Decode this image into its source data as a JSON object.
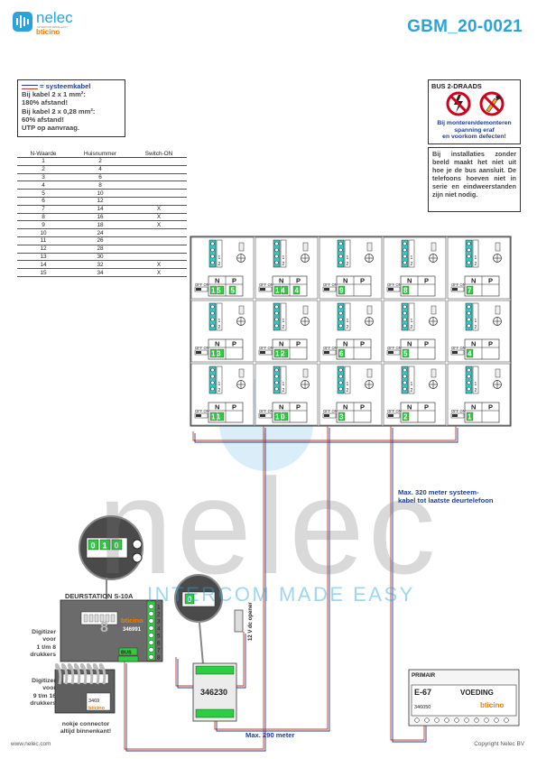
{
  "header": {
    "brand": "nelec",
    "brand_tagline": "INTERCOM MADE EASY",
    "partner_brand": "bticino",
    "doc_code": "GBM_20-0021"
  },
  "cable_note": {
    "title": "= systeemkabel",
    "lines": [
      "Bij kabel 2 x 1 mm²:",
      "180% afstand!",
      "Bij kabel 2 x 0,28 mm²:",
      "60% afstand!",
      "UTP op aanvraag."
    ]
  },
  "warning_box": {
    "title": "BUS 2-DRAADS",
    "lines": [
      "Bij monteren/demonteren",
      "spanning eraf",
      "en voorkom defecten!"
    ]
  },
  "install_note": {
    "text": "Bij installaties zonder beeld maakt het niet uit hoe je de bus aansluit. De telefoons hoeven niet in serie en eindweerstanden zijn niet nodig."
  },
  "n_table": {
    "headers": [
      "N-Waarde",
      "Huisnummer",
      "Switch-ON"
    ],
    "rows": [
      [
        "1",
        "2",
        ""
      ],
      [
        "2",
        "4",
        ""
      ],
      [
        "3",
        "6",
        ""
      ],
      [
        "4",
        "8",
        ""
      ],
      [
        "5",
        "10",
        ""
      ],
      [
        "6",
        "12",
        ""
      ],
      [
        "7",
        "14",
        "X"
      ],
      [
        "8",
        "16",
        "X"
      ],
      [
        "9",
        "18",
        "X"
      ],
      [
        "10",
        "24",
        ""
      ],
      [
        "11",
        "26",
        ""
      ],
      [
        "12",
        "28",
        ""
      ],
      [
        "13",
        "30",
        ""
      ],
      [
        "14",
        "32",
        "X"
      ],
      [
        "15",
        "34",
        "X"
      ]
    ]
  },
  "phones": {
    "terminal_labels": [
      "1",
      "2"
    ],
    "switch_label": "OFF ON",
    "n_label": "N",
    "p_label": "P",
    "rows": [
      [
        {
          "n": "15",
          "p": "5"
        },
        {
          "n": "14",
          "p": "4"
        },
        {
          "n": "9",
          "p": ""
        },
        {
          "n": "8",
          "p": ""
        },
        {
          "n": "7",
          "p": ""
        }
      ],
      [
        {
          "n": "13",
          "p": ""
        },
        {
          "n": "12",
          "p": ""
        },
        {
          "n": "6",
          "p": ""
        },
        {
          "n": "5",
          "p": ""
        },
        {
          "n": "4",
          "p": ""
        }
      ],
      [
        {
          "n": "11",
          "p": ""
        },
        {
          "n": "10",
          "p": ""
        },
        {
          "n": "3",
          "p": ""
        },
        {
          "n": "2",
          "p": ""
        },
        {
          "n": "1",
          "p": ""
        }
      ]
    ]
  },
  "distance_note": "Max. 320 meter systeem-kabel tot laatste deurtelefoon",
  "distance_note_lines": [
    "Max. 320 meter systeem-",
    "kabel tot laatste deurtelefoon"
  ],
  "watermark": {
    "word": "nelec",
    "tagline": "INTERCOM MADE EASY"
  },
  "door_station": {
    "title": "DEURSTATION S-10A",
    "model": "346991",
    "brand": "bticino",
    "bus_label": "BUS",
    "terminal_numbers": [
      "1",
      "2",
      "3",
      "4",
      "5",
      "6",
      "7",
      "8"
    ],
    "zoom_display": [
      "0",
      "1",
      "0"
    ]
  },
  "digitizers": {
    "label_top": [
      "Digitizer",
      "voor",
      "1 t/m 8",
      "drukkers"
    ],
    "label_bottom": [
      "Digitizer",
      "voor",
      "9 t/m 16",
      "drukkers"
    ],
    "connector_note": [
      "nokje connector",
      "altijd binnenkant!"
    ],
    "model": "3469"
  },
  "controller": {
    "model": "346230",
    "zoom_display": [
      "0"
    ],
    "opener_label": "12 V dc opener"
  },
  "power_supply": {
    "primary_label": "PRIMAIR",
    "model_code": "E-67",
    "name": "VOEDING",
    "article": "346050",
    "brand": "bticino"
  },
  "bottom_distance": "Max. 290 meter",
  "footer": {
    "website": "www.nelec.com",
    "copyright": "Copyright Nelec BV"
  },
  "colors": {
    "accent_blue": "#2aa3dc",
    "brand_orange": "#f07d00",
    "phone_green": "#2ecc40",
    "terminal_teal": "#35c6c6",
    "cable_red": "#c0392b",
    "cable_blue": "#1f3d99"
  }
}
